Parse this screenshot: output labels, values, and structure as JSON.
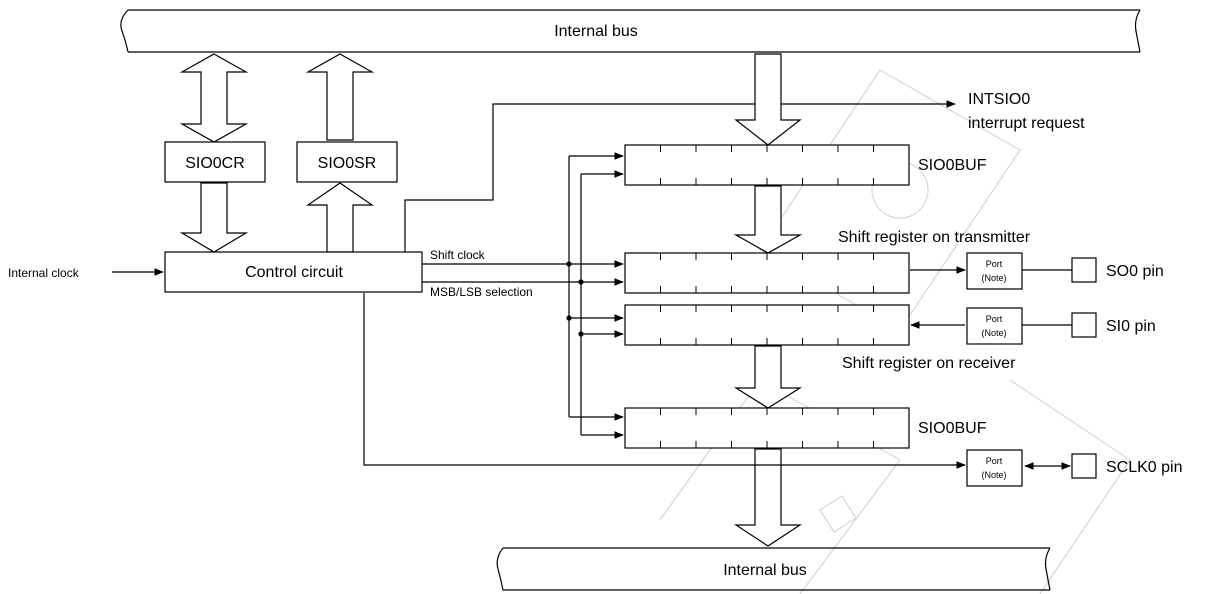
{
  "buses": {
    "top": "Internal bus",
    "bottom": "Internal bus"
  },
  "registers": {
    "cr": "SIO0CR",
    "sr": "SIO0SR",
    "buf_top": "SIO0BUF",
    "buf_bottom": "SIO0BUF"
  },
  "control": {
    "label": "Control circuit",
    "input": "Internal clock"
  },
  "signals": {
    "shift_clock": "Shift clock",
    "msb_lsb": "MSB/LSB selection",
    "interrupt_line1": "INTSIO0",
    "interrupt_line2": "interrupt request"
  },
  "shift_registers": {
    "transmitter": "Shift register on transmitter",
    "receiver": "Shift register on receiver"
  },
  "ports": {
    "port_label": "Port",
    "note_label": "(Note)"
  },
  "pins": {
    "so0": "SO0 pin",
    "si0": "SI0 pin",
    "sclk0": "SCLK0 pin"
  }
}
